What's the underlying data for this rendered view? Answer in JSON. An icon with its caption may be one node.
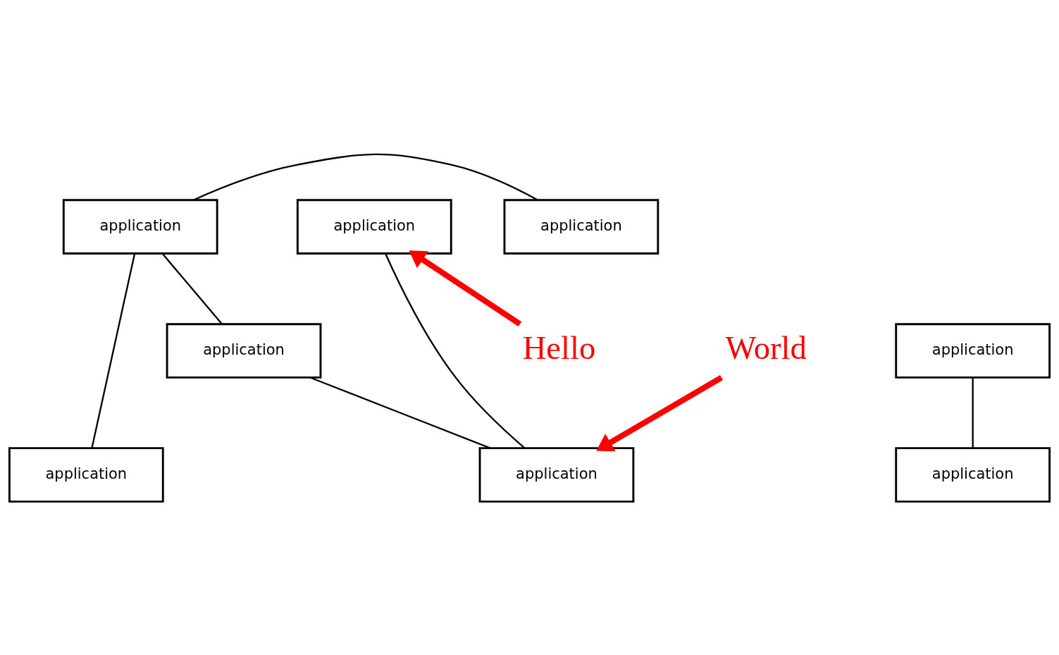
{
  "diagram": {
    "nodes": [
      {
        "text": [
          "application"
        ]
      },
      {
        "text": [
          "application"
        ]
      },
      {
        "text": [
          "application"
        ]
      },
      {
        "text": [
          "application"
        ]
      },
      {
        "text": [
          "application"
        ]
      },
      {
        "text": [
          "application"
        ]
      },
      {
        "text": [
          "application"
        ]
      },
      {
        "text": [
          "application"
        ]
      },
      {
        "text": [
          "Hello"
        ]
      },
      {
        "text": [
          "World"
        ]
      }
    ],
    "edges": [
      {
        "from": 0,
        "to": 1,
        "arrow": "none"
      },
      {
        "from": 0,
        "to": 3,
        "arrow": "none"
      },
      {
        "from": 0,
        "to": 6,
        "arrow": "none"
      },
      {
        "from": 3,
        "to": 5,
        "arrow": "none"
      },
      {
        "from": 5,
        "to": 2,
        "arrow": "none"
      },
      {
        "from": 4,
        "to": 7,
        "arrow": "none"
      },
      {
        "from": 8,
        "to": 2,
        "arrow": "to",
        "style": "thick",
        "color": "#ff0000"
      },
      {
        "from": 9,
        "to": 5,
        "arrow": "to",
        "style": "thick",
        "color": "#ff0000"
      }
    ]
  }
}
